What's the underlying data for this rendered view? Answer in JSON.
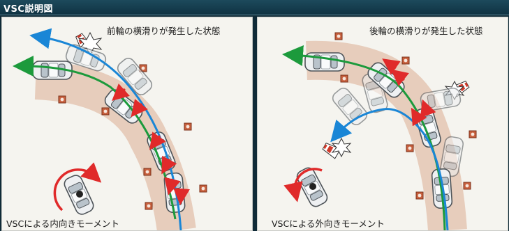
{
  "header": {
    "title": "VSC説明図"
  },
  "left_panel": {
    "title": "前輪の横滑りが発生した状態",
    "caption": "VSCによる内向きモーメント"
  },
  "right_panel": {
    "title": "後輪の横滑りが発生した状態",
    "caption": "VSCによる外向きモーメント"
  },
  "colors": {
    "blue_path": "#1a86d6",
    "green_path": "#1c9a3c",
    "brake_arrow": "#e02a2a",
    "road": "#e7cdbc",
    "cone": "#c8613f"
  }
}
